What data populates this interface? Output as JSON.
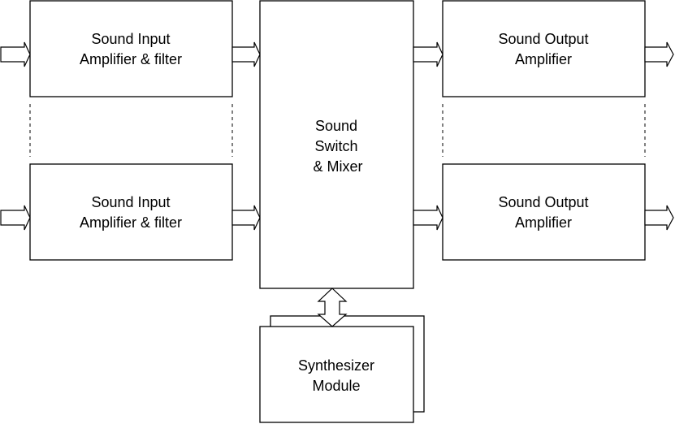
{
  "diagram": {
    "input_top": {
      "line1": "Sound Input",
      "line2": "Amplifier & filter"
    },
    "input_bottom": {
      "line1": "Sound Input",
      "line2": "Amplifier & filter"
    },
    "switch": {
      "line1": "Sound",
      "line2": "Switch",
      "line3": "& Mixer"
    },
    "output_top": {
      "line1": "Sound Output",
      "line2": "Amplifier"
    },
    "output_bottom": {
      "line1": "Sound Output",
      "line2": "Amplifier"
    },
    "synth": {
      "line1": "Synthesizer",
      "line2": "Module"
    }
  },
  "colors": {
    "stroke": "#000000",
    "fill": "#ffffff"
  }
}
